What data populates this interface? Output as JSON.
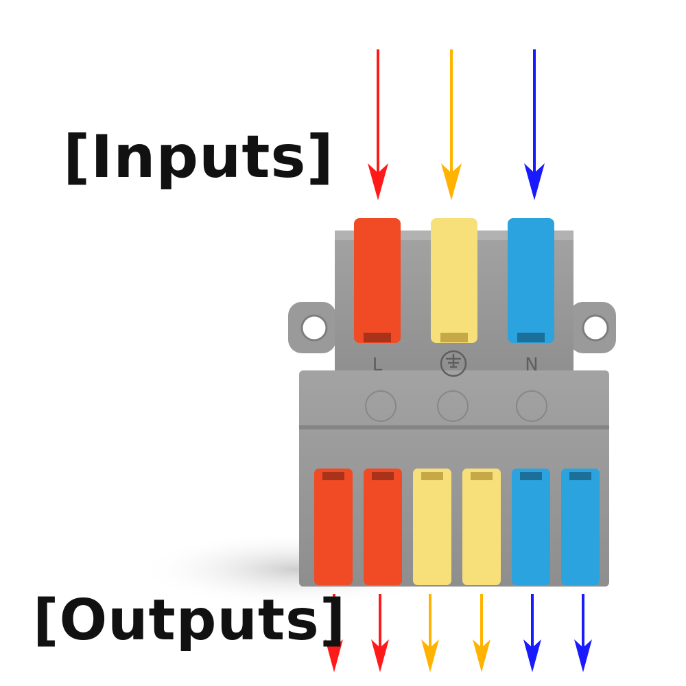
{
  "captions": {
    "inputs": "[Inputs]",
    "outputs": "[Outputs]"
  },
  "terminal_marks": {
    "live": "L",
    "neutral": "N",
    "earth_symbol": "earth-ground-icon"
  },
  "colors": {
    "red_arrow": "#ff1a1a",
    "yellow_arrow": "#ffb300",
    "blue_arrow": "#1a1aff",
    "red_lever": "#f04b24",
    "yellow_lever": "#f7e07a",
    "blue_lever": "#2aa3de",
    "housing": "#9a9a9a"
  },
  "inputs": [
    {
      "lever": "red",
      "arrow": "red"
    },
    {
      "lever": "yellow",
      "arrow": "yellow"
    },
    {
      "lever": "blue",
      "arrow": "blue"
    }
  ],
  "outputs": [
    {
      "lever": "red",
      "arrow": "red"
    },
    {
      "lever": "red",
      "arrow": "red"
    },
    {
      "lever": "yellow",
      "arrow": "yellow"
    },
    {
      "lever": "yellow",
      "arrow": "yellow"
    },
    {
      "lever": "blue",
      "arrow": "blue"
    },
    {
      "lever": "blue",
      "arrow": "blue"
    }
  ]
}
